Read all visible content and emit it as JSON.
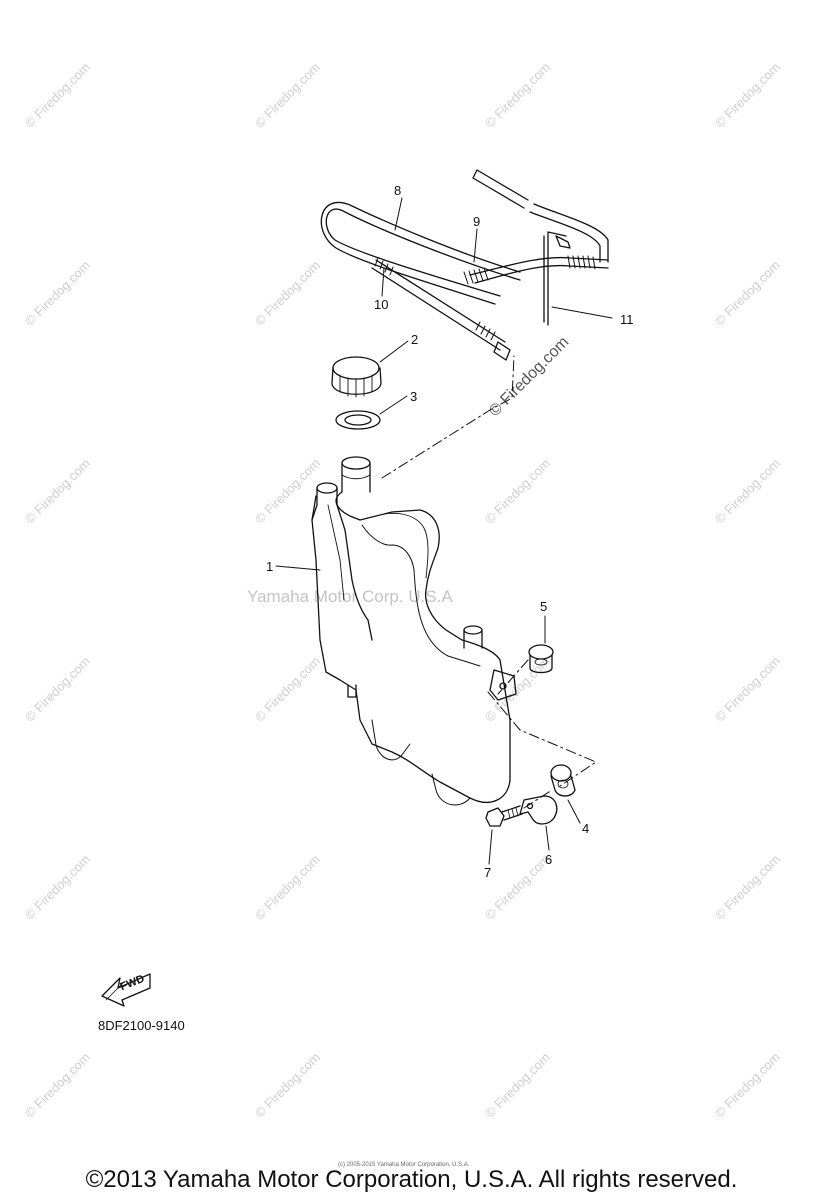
{
  "diagram": {
    "callouts": [
      "1",
      "2",
      "3",
      "4",
      "5",
      "6",
      "7",
      "8",
      "9",
      "10",
      "11"
    ],
    "diagram_code": "8DF2100-9140",
    "fwd_label": "FWD"
  },
  "watermarks": {
    "site": "© Firedog.com",
    "center": "Yamaha Motor Corp. U.S.A",
    "tiny_copyright": "(c) 2005-2015 Yamaha Motor Corporation, U.S.A."
  },
  "footer": {
    "copyright": "©2013 Yamaha Motor Corporation, U.S.A. All rights reserved."
  },
  "colors": {
    "ink": "#111111",
    "watermark": "#cfcfcf"
  },
  "icons": [
    "fwd-arrow-icon"
  ]
}
